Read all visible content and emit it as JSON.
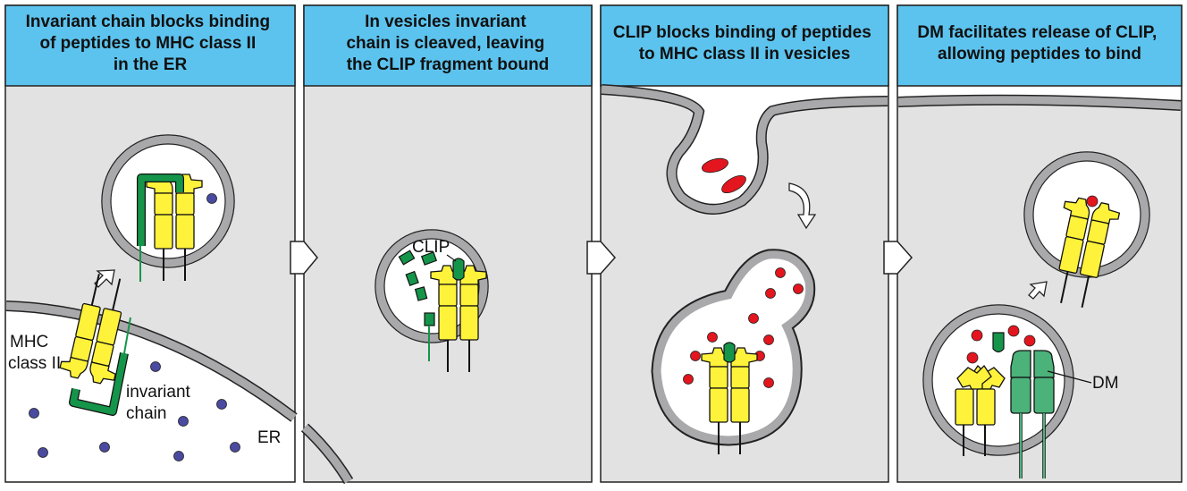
{
  "colors": {
    "header": "#5cc3ee",
    "cytoplasm": "#e2e2e2",
    "membrane": "#a9a9ab",
    "mhc": "#fff23a",
    "invariant_chain": "#15954a",
    "dm": "#4bb27a",
    "peptide_red": "#e3151e",
    "er_dot": "#4a4aa0"
  },
  "panels": [
    {
      "header": [
        "Invariant chain blocks binding",
        "of peptides to MHC class II",
        "in the ER"
      ],
      "labels": {
        "mhc": [
          "MHC",
          "class II"
        ],
        "invariant": [
          "invariant",
          "chain"
        ],
        "er": "ER"
      }
    },
    {
      "header": [
        "In vesicles invariant",
        "chain is cleaved, leaving",
        "the CLIP fragment bound"
      ],
      "labels": {
        "clip": "CLIP"
      }
    },
    {
      "header": [
        "CLIP blocks binding of peptides",
        "to MHC class II in vesicles"
      ]
    },
    {
      "header": [
        "DM facilitates release of CLIP,",
        "allowing peptides to bind"
      ],
      "labels": {
        "dm": "DM"
      }
    }
  ]
}
